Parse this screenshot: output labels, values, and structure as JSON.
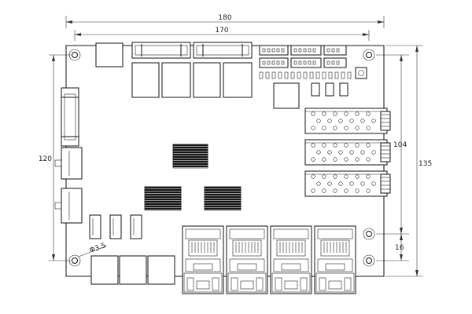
{
  "dimensions": {
    "width_overall": "180",
    "width_holes": "170",
    "height_overall": "135",
    "height_holes": "120",
    "height_sfp": "104",
    "offset_bottom": "16",
    "hole_diameter": "Φ3.5"
  }
}
